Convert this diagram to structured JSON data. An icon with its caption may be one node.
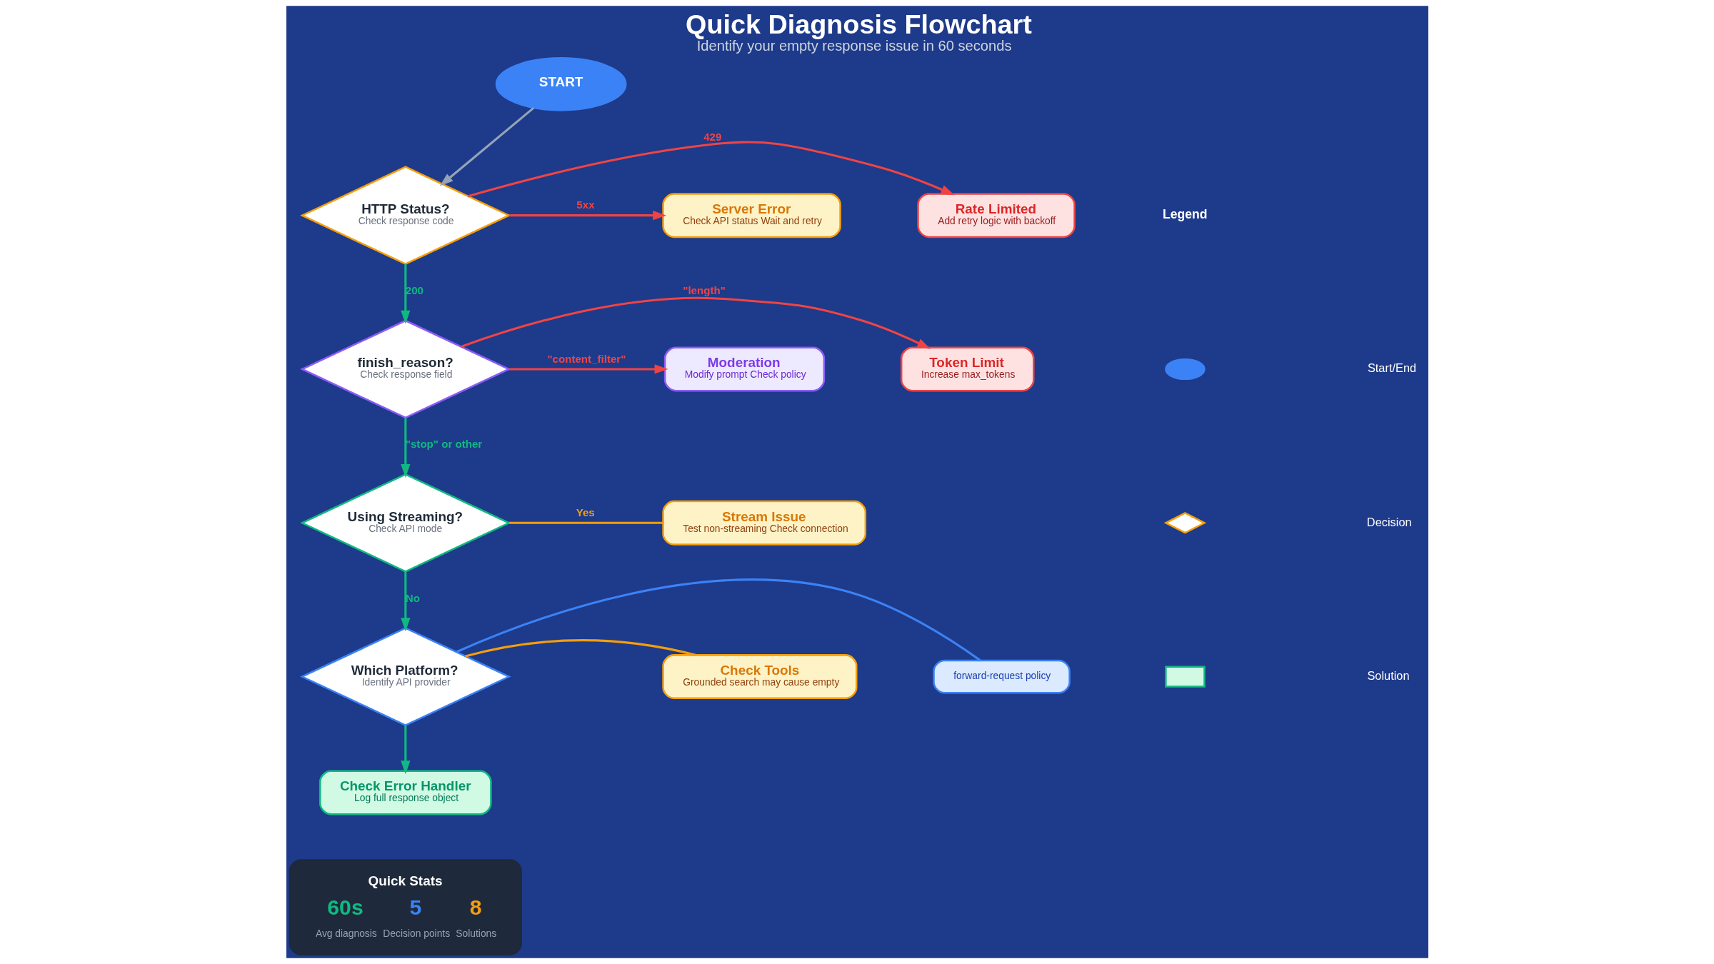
{
  "diagram": {
    "title": "Quick Diagnosis Flowchart",
    "caption": "Identify your empty response issue in 60 seconds",
    "nodes": [
      {
        "text": [
          "START"
        ]
      },
      {
        "text": [
          "HTTP Status?",
          "Check response code"
        ]
      },
      {
        "text": [
          "Rate Limited",
          "Add retry logic with backoff"
        ]
      },
      {
        "text": [
          "Server Error",
          "Check API status Wait and retry"
        ]
      },
      {
        "text": [
          "finish_reason?",
          "Check response field"
        ]
      },
      {
        "text": [
          "Token Limit",
          "Increase max_tokens"
        ]
      },
      {
        "text": [
          "Moderation",
          "Modify prompt Check policy"
        ]
      },
      {
        "text": [
          "Using Streaming?",
          "Check API mode"
        ]
      },
      {
        "text": [
          "Stream Issue",
          "Test non-streaming Check connection"
        ]
      },
      {
        "text": [
          "Which Platform?",
          "Identify API provider"
        ]
      },
      {
        "text": [
          "forward-request policy"
        ]
      },
      {
        "text": [
          "Check Tools",
          "Grounded search may cause empty"
        ]
      },
      {
        "text": [
          "Check Error Handler",
          "Log full response object"
        ]
      },
      {
        "text": [
          "Quick Stats",
          "60s",
          "Avg diagnosis",
          "5",
          "Decision points",
          "8",
          "Solutions"
        ]
      }
    ],
    "edges": [
      {
        "from": 0,
        "to": 1,
        "arrow": "to",
        "color": "#94a3b8"
      },
      {
        "from": 1,
        "to": 2,
        "arrow": "to",
        "label": "429",
        "color": "#ef4444"
      },
      {
        "from": 1,
        "to": 3,
        "arrow": "to",
        "label": "5xx",
        "color": "#ef4444"
      },
      {
        "from": 1,
        "to": 4,
        "arrow": "to",
        "label": "200",
        "color": "#10b981"
      },
      {
        "from": 4,
        "to": 5,
        "arrow": "to",
        "label": "\"length\"",
        "color": "#ef4444"
      },
      {
        "from": 4,
        "to": 6,
        "arrow": "to",
        "label": "\"content_filter\"",
        "color": "#ef4444"
      },
      {
        "from": 4,
        "to": 7,
        "arrow": "to",
        "label": "\"stop\" or other",
        "color": "#10b981"
      },
      {
        "from": 7,
        "to": 8,
        "arrow": "none",
        "label": "Yes",
        "color": "#f59e0b"
      },
      {
        "from": 7,
        "to": 9,
        "arrow": "to",
        "label": "No",
        "color": "#10b981"
      },
      {
        "from": 9,
        "to": 10,
        "arrow": "none",
        "color": "#3b82f6"
      },
      {
        "from": 9,
        "to": 11,
        "arrow": "none",
        "color": "#f59e0b"
      },
      {
        "from": 9,
        "to": 12,
        "arrow": "to",
        "color": "#10b981"
      }
    ],
    "labels": [
      "Legend"
    ],
    "legend": [
      {
        "text": "Start/End"
      },
      {
        "text": "Decision"
      },
      {
        "text": "Solution"
      }
    ]
  }
}
